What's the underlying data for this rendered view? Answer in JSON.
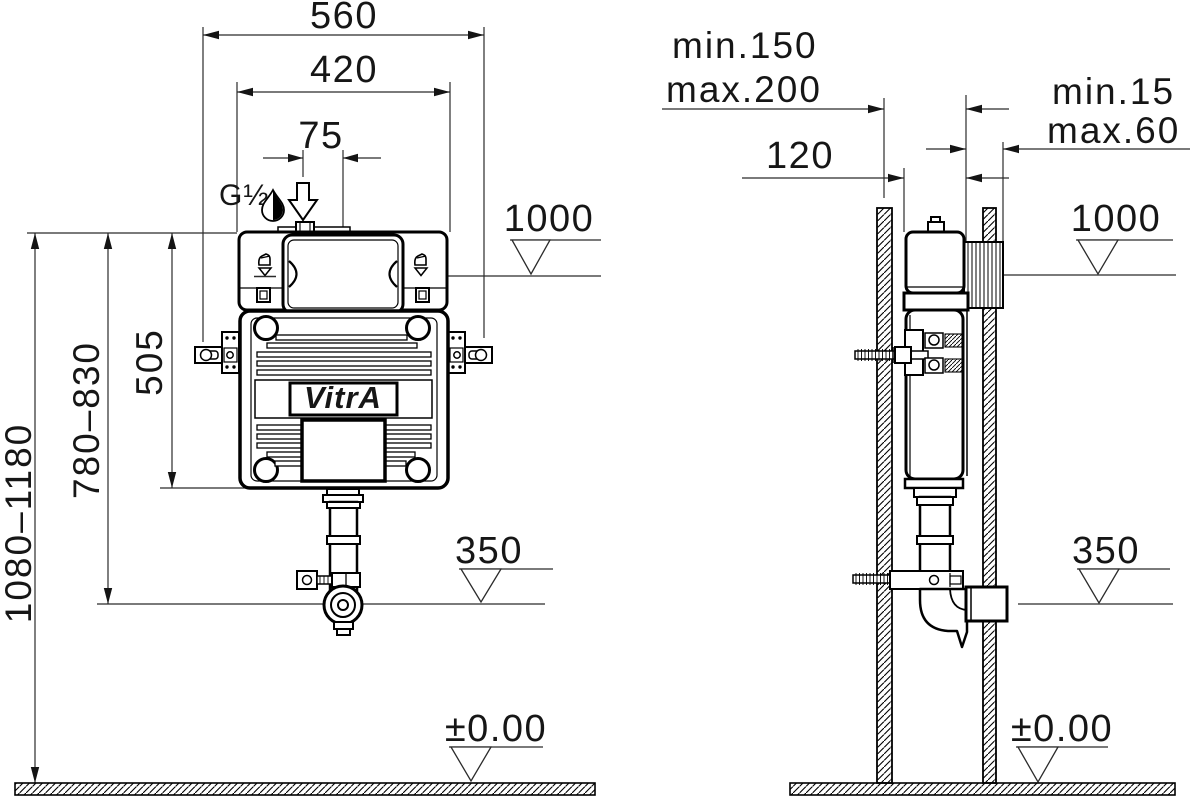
{
  "front_view": {
    "width_total": "560",
    "width_body": "420",
    "inlet_offset": "75",
    "inlet_thread": "G½",
    "level_top": "1000",
    "height_body": "505",
    "height_panel": "780–830",
    "height_total": "1080–1180",
    "level_outlet": "350",
    "level_floor": "±0.00",
    "brand": "VitrA"
  },
  "side_view": {
    "depth_min": "min.150",
    "depth_max": "max.200",
    "depth_frame": "120",
    "finish_min": "min.15",
    "finish_max": "max.60",
    "level_top": "1000",
    "level_outlet": "350",
    "level_floor": "±0.00"
  }
}
